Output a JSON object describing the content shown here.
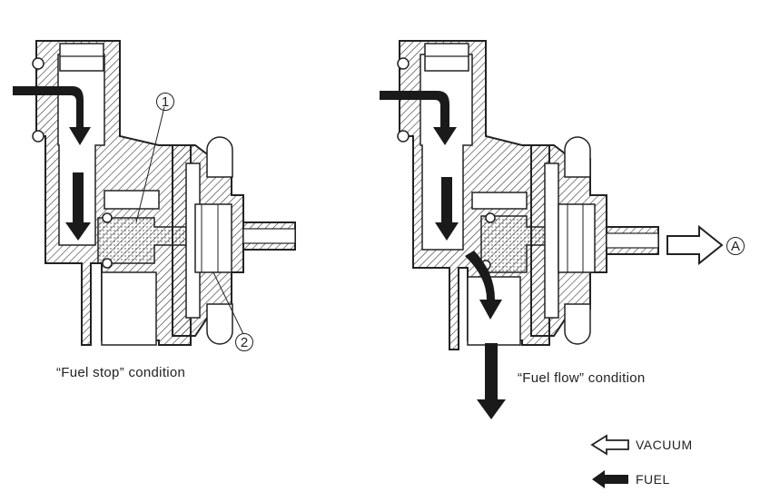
{
  "captions": {
    "left": "“Fuel stop” condition",
    "right": "“Fuel flow” condition"
  },
  "callouts": {
    "one": "1",
    "two": "2",
    "a": "A"
  },
  "legend": {
    "vacuum": "VACUUM",
    "fuel": "FUEL"
  },
  "colors": {
    "ink": "#222222",
    "paper": "#ffffff"
  }
}
